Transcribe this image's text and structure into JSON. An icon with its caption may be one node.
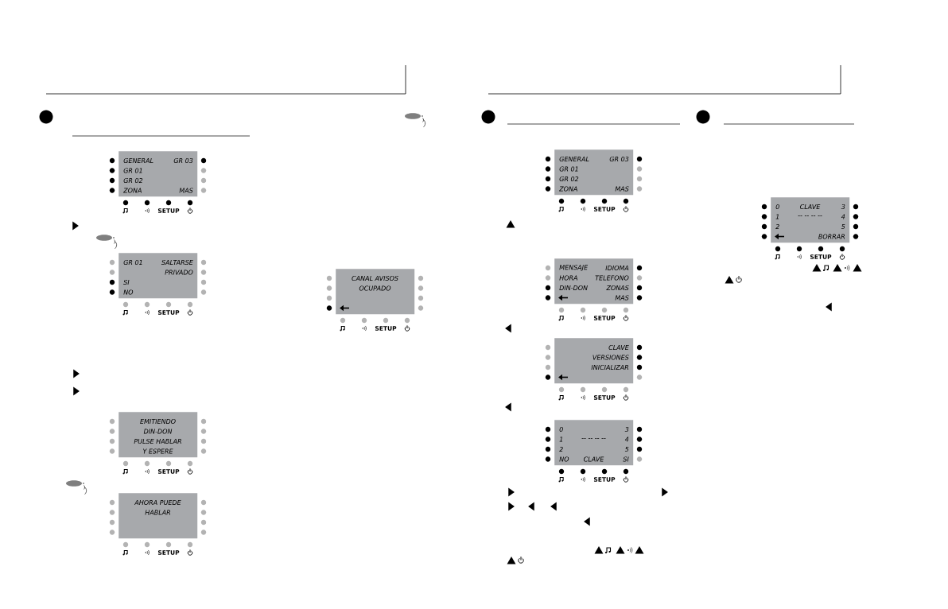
{
  "diagram": {
    "nodes": [
      {
        "text": [
          "GENERAL",
          "GR 03",
          "GR 01",
          "GR 02",
          "ZONA",
          "MAS"
        ],
        "beside": [
          "SETUP"
        ]
      },
      {
        "text": [
          "GR 01",
          "SALTARSE",
          "PRIVADO",
          "SI",
          "NO"
        ],
        "beside": [
          "SETUP"
        ]
      },
      {
        "text": [
          "CANAL AVISOS",
          "OCUPADO"
        ],
        "beside": [
          "SETUP"
        ]
      },
      {
        "text": [
          "EMITIENDO",
          "DIN-DON",
          "PULSE HABLAR",
          "Y ESPERE"
        ],
        "beside": [
          "SETUP"
        ]
      },
      {
        "text": [
          "AHORA PUEDE",
          "HABLAR"
        ],
        "beside": [
          "SETUP"
        ]
      },
      {
        "text": [
          "GENERAL",
          "GR 03",
          "GR 01",
          "GR 02",
          "ZONA",
          "MAS"
        ],
        "beside": [
          "SETUP"
        ]
      },
      {
        "text": [
          "MENSAJE",
          "IDIOMA",
          "HORA",
          "TELEFONO",
          "DIN-DON",
          "ZONAS",
          "MAS"
        ],
        "beside": [
          "SETUP"
        ]
      },
      {
        "text": [
          "CLAVE",
          "VERSIONES",
          "INICIALIZAR"
        ],
        "beside": [
          "SETUP"
        ]
      },
      {
        "text": [
          "0",
          "3",
          "1",
          "-- -- -- --",
          "4",
          "2",
          "5",
          "NO",
          "CLAVE",
          "SI"
        ],
        "beside": [
          "SETUP"
        ]
      },
      {
        "text": [
          "0",
          "CLAVE",
          "3",
          "1",
          "-- -- -- --",
          "4",
          "2",
          "5",
          "BORRAR"
        ],
        "beside": [
          "SETUP"
        ]
      }
    ]
  }
}
